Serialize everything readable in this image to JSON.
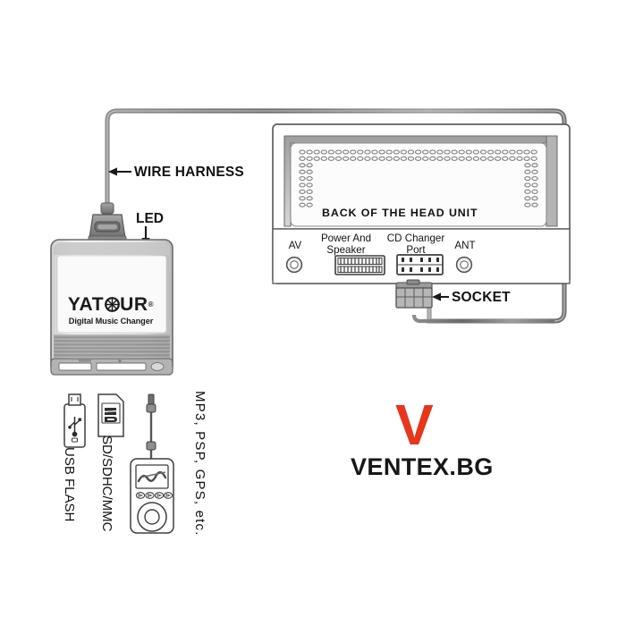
{
  "diagram": {
    "title": "YATOUR Digital Music Changer installation diagram",
    "labels": {
      "wire_harness": "WIRE HARNESS",
      "led": "LED",
      "socket": "SOCKET",
      "back_of_head_unit": "BACK OF THE HEAD UNIT"
    },
    "head_unit": {
      "ports": [
        {
          "id": "av",
          "label": "AV",
          "connector": "round-jack"
        },
        {
          "id": "power-and-speaker",
          "label": "Power And Speaker",
          "connector": "multi-pin-block"
        },
        {
          "id": "cd-changer-port",
          "label": "CD Changer Port",
          "connector": "multi-pin-block"
        },
        {
          "id": "ant",
          "label": "ANT",
          "connector": "round-jack"
        }
      ]
    },
    "device": {
      "brand": "YATOUR",
      "registered_mark": "®",
      "tagline": "Digital Music Changer",
      "logo_icon": "spoked-wheel-icon"
    },
    "media_sources": [
      {
        "id": "usb-flash",
        "label": "USB FLASH",
        "icon": "usb-drive-icon"
      },
      {
        "id": "sd-card",
        "label": "SD/SDHC/MMC",
        "icon": "sd-card-icon"
      },
      {
        "id": "aux-player",
        "label": "MP3, PSP, GPS, etc.",
        "icon": "portable-player-icon"
      }
    ],
    "watermark": {
      "mark": "V",
      "text": "VENTEX.BG"
    },
    "colors": {
      "brand_red": "#E8361A",
      "wordmark_black": "#171717",
      "line_gray": "#5d5d5d",
      "body_fill": "#e9e9e9",
      "shadow_gray": "#9a9a9a",
      "background": "#ffffff"
    }
  }
}
